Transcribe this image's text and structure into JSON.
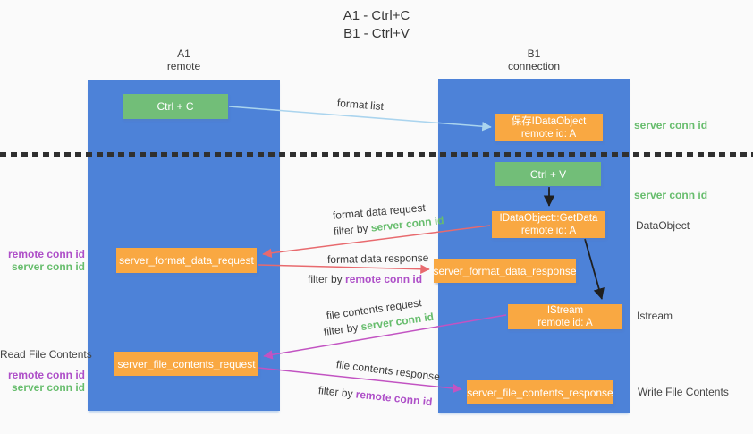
{
  "title": {
    "line1": "A1 - Ctrl+C",
    "line2": "B1 - Ctrl+V"
  },
  "columns": {
    "a1": {
      "name": "A1",
      "subtitle": "remote"
    },
    "b1": {
      "name": "B1",
      "subtitle": "connection"
    }
  },
  "nodes": {
    "ctrl_c": {
      "label": "Ctrl + C"
    },
    "ctrl_v": {
      "label": "Ctrl + V"
    },
    "save_idataobject": {
      "line1": "保存IDataObject",
      "line2": "remote id: A"
    },
    "idataobject_getdata": {
      "line1": "IDataObject::GetData",
      "line2": "remote id: A"
    },
    "istream": {
      "line1": "IStream",
      "line2": "remote id: A"
    },
    "server_format_data_request": {
      "label": "server_format_data_request"
    },
    "server_format_data_response": {
      "label": "server_format_data_response"
    },
    "server_file_contents_request": {
      "label": "server_file_contents_request"
    },
    "server_file_contents_response": {
      "label": "server_file_contents_response"
    }
  },
  "arrow_labels": {
    "format_list": "format list",
    "format_data_request": "format data request",
    "format_data_request_filter": {
      "prefix": "filter by",
      "highlight": "server conn id"
    },
    "format_data_response": "format data response",
    "format_data_response_filter": {
      "prefix": "filter by",
      "highlight": "remote conn id"
    },
    "file_contents_request": "file contents request",
    "file_contents_request_filter": {
      "prefix": "filter by",
      "highlight": "server conn id"
    },
    "file_contents_response": "file contents response",
    "file_contents_response_filter": {
      "prefix": "filter by",
      "highlight": "remote conn id"
    }
  },
  "side_labels": {
    "right_server_conn_id_top": "server conn id",
    "right_server_conn_id_mid": "server conn id",
    "right_dataobject": "DataObject",
    "right_istream": "Istream",
    "right_write_file_contents": "Write File Contents",
    "left_remote_conn_id_top": "remote conn id",
    "left_server_conn_id_top": "server conn id",
    "left_read_file_contents": "Read File Contents",
    "left_remote_conn_id_bottom": "remote conn id",
    "left_server_conn_id_bottom": "server conn id"
  },
  "colors": {
    "column_blue": "#4d82d8",
    "node_green": "#72be78",
    "node_orange": "#f9a842",
    "arrow_red": "#e86a6e",
    "arrow_magenta": "#c253c2",
    "arrow_lightblue": "#aad4ee",
    "arrow_black": "#1f1f1f",
    "text_green": "#67bd6d",
    "text_purple": "#ae4fc8",
    "text_dark": "#3c3c3c",
    "background": "#fafafa"
  }
}
